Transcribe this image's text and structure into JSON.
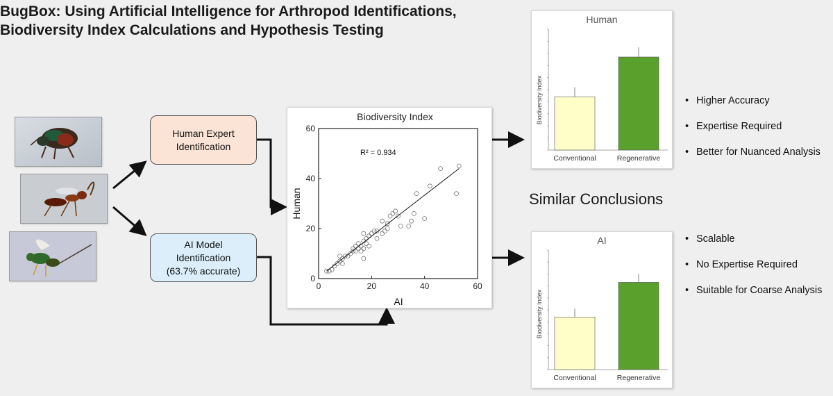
{
  "title": {
    "line1": "BugBox: Using Artificial Intelligence for Arthropod Identifications,",
    "line2": "Biodiversity Index Calculations and Hypothesis Testing"
  },
  "boxes": {
    "human_line1": "Human Expert",
    "human_line2": "Identification",
    "ai_line1": "AI Model",
    "ai_line2": "Identification",
    "ai_line3": "(63.7% accurate)"
  },
  "colors": {
    "human_box": "#fbe4d6",
    "ai_box": "#dbeefa",
    "conventional_bar": "#fffdc8",
    "regenerative_bar": "#5aa02c"
  },
  "similar_conclusions": "Similar Conclusions",
  "human_bullets": [
    "Higher Accuracy",
    "Expertise Required",
    "Better for Nuanced Analysis"
  ],
  "ai_bullets": [
    "Scalable",
    "No Expertise Required",
    "Suitable for Coarse Analysis"
  ],
  "bullet_char": "•",
  "chart_data": [
    {
      "type": "scatter",
      "title": "Biodiversity Index",
      "xlabel": "AI",
      "ylabel": "Human",
      "xlim": [
        0,
        60
      ],
      "ylim": [
        0,
        60
      ],
      "xticks": [
        "0",
        "20",
        "40",
        "60"
      ],
      "yticks": [
        "0",
        "20",
        "40",
        "60"
      ],
      "annotation": "R² = 0.934",
      "fit_line": [
        [
          3,
          3
        ],
        [
          53,
          44
        ]
      ],
      "points": [
        [
          3,
          3
        ],
        [
          4,
          3
        ],
        [
          5,
          3.5
        ],
        [
          6,
          5
        ],
        [
          7,
          6
        ],
        [
          8,
          7
        ],
        [
          8,
          9
        ],
        [
          9,
          6
        ],
        [
          9,
          8
        ],
        [
          10,
          9
        ],
        [
          11,
          9
        ],
        [
          12,
          10
        ],
        [
          13,
          11
        ],
        [
          13,
          12
        ],
        [
          14,
          11
        ],
        [
          14,
          13
        ],
        [
          15,
          12
        ],
        [
          15,
          14
        ],
        [
          16,
          11
        ],
        [
          16,
          13
        ],
        [
          17,
          8
        ],
        [
          17,
          12
        ],
        [
          17,
          15
        ],
        [
          17,
          18
        ],
        [
          18,
          14
        ],
        [
          18,
          16
        ],
        [
          19,
          13
        ],
        [
          19,
          17
        ],
        [
          20,
          18
        ],
        [
          21,
          19
        ],
        [
          22,
          16
        ],
        [
          22,
          19
        ],
        [
          24,
          18
        ],
        [
          24,
          23
        ],
        [
          25,
          19
        ],
        [
          26,
          20
        ],
        [
          26,
          22
        ],
        [
          27,
          25
        ],
        [
          28,
          26
        ],
        [
          29,
          27
        ],
        [
          30,
          25
        ],
        [
          31,
          21
        ],
        [
          34,
          21
        ],
        [
          35,
          23
        ],
        [
          36,
          26
        ],
        [
          37,
          34
        ],
        [
          40,
          24
        ],
        [
          42,
          37
        ],
        [
          46,
          44
        ],
        [
          52,
          34
        ],
        [
          53,
          45
        ]
      ]
    },
    {
      "type": "bar",
      "title": "Human",
      "ylabel": "Biodiversity Index",
      "categories": [
        "Conventional",
        "Regenerative"
      ],
      "values": [
        0.44,
        0.77
      ],
      "errors": [
        0.08,
        0.08
      ],
      "ylim": [
        0,
        1
      ]
    },
    {
      "type": "bar",
      "title": "AI",
      "ylabel": "Biodiversity Index",
      "categories": [
        "Conventional",
        "Regenerative"
      ],
      "values": [
        0.44,
        0.73
      ],
      "errors": [
        0.07,
        0.07
      ],
      "ylim": [
        0,
        1
      ]
    }
  ]
}
